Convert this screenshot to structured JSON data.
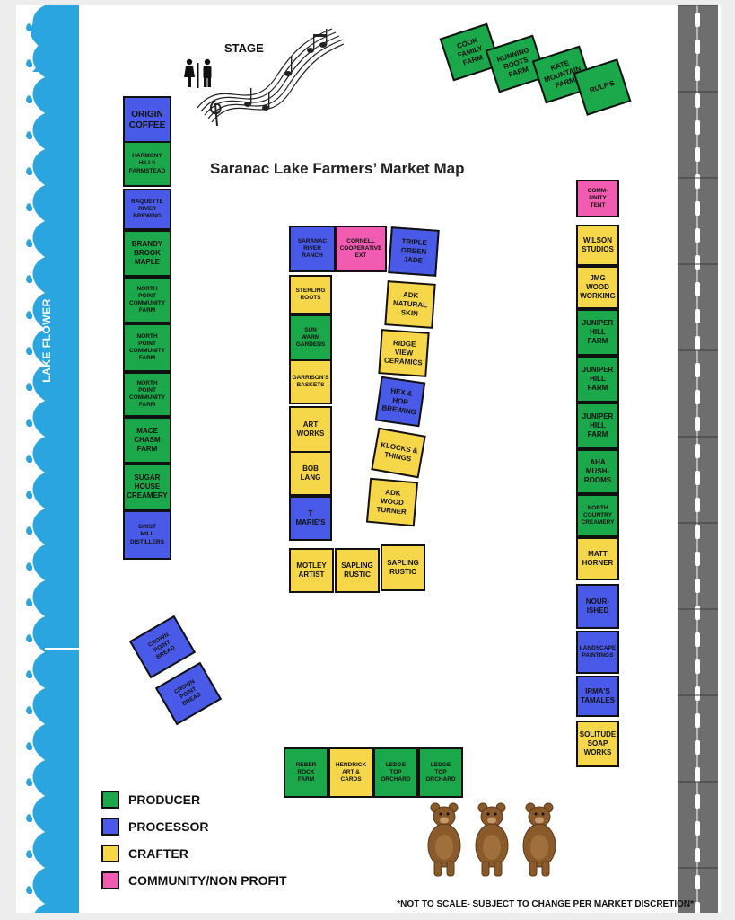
{
  "title": "Saranac Lake Farmers’ Market Map",
  "stage_label": "STAGE",
  "lake_label": "LAKE FLOWER",
  "note": "*NOT TO SCALE- SUBJECT TO CHANGE PER MARKET DISCRETION*",
  "colors": {
    "producer": "#1aa84b",
    "processor": "#4a5ae8",
    "crafter": "#f7d74a",
    "community": "#f25cb0",
    "lake": "#2aa5e0",
    "road": "#6e6e6e"
  },
  "legend": [
    {
      "label": "PRODUCER",
      "category": "producer"
    },
    {
      "label": "PROCESSOR",
      "category": "processor"
    },
    {
      "label": "CRAFTER",
      "category": "crafter"
    },
    {
      "label": "COMMUNITY/NON PROFIT",
      "category": "community"
    }
  ],
  "vendors": {
    "left_column": [
      {
        "name": "ORIGIN\nCOFFEE",
        "category": "processor"
      },
      {
        "name": "HARMONY\nHILLS\nFARMSTEAD",
        "category": "producer"
      },
      {
        "name": "RAQUETTE\nRIVER\nBREWING",
        "category": "processor"
      },
      {
        "name": "BRANDY\nBROOK\nMAPLE",
        "category": "producer"
      },
      {
        "name": "NORTH\nPOINT\nCOMMUNITY\nFARM",
        "category": "producer"
      },
      {
        "name": "NORTH\nPOINT\nCOMMUNITY\nFARM",
        "category": "producer"
      },
      {
        "name": "NORTH\nPOINT\nCOMMUNITY\nFARM",
        "category": "producer"
      },
      {
        "name": "MACE\nCHASM\nFARM",
        "category": "producer"
      },
      {
        "name": "SUGAR\nHOUSE\nCREAMERY",
        "category": "producer"
      },
      {
        "name": "GRIST\nMILL\nDISTILLERS",
        "category": "processor"
      }
    ],
    "top_row": [
      {
        "name": "COOK\nFAMILY\nFARM",
        "category": "producer"
      },
      {
        "name": "RUNNING\nROOTS\nFARM",
        "category": "producer"
      },
      {
        "name": "KATE\nMOUNTAIN\nFARM",
        "category": "producer"
      },
      {
        "name": "RULF'S",
        "category": "producer"
      }
    ],
    "right_column": [
      {
        "name": "COMM-\nUNITY\nTENT",
        "category": "community"
      },
      {
        "name": "WILSON\nSTUDIOS",
        "category": "crafter"
      },
      {
        "name": "JMG\nWOOD\nWORKING",
        "category": "crafter"
      },
      {
        "name": "JUNIPER\nHILL\nFARM",
        "category": "producer"
      },
      {
        "name": "JUNIPER\nHILL\nFARM",
        "category": "producer"
      },
      {
        "name": "JUNIPER\nHILL\nFARM",
        "category": "producer"
      },
      {
        "name": "AHA\nMUSH-\nROOMS",
        "category": "producer"
      },
      {
        "name": "NORTH\nCOUNTRY\nCREAMERY",
        "category": "producer"
      },
      {
        "name": "MATT\nHORNER",
        "category": "crafter"
      },
      {
        "name": "NOUR-\nISHED",
        "category": "processor"
      },
      {
        "name": "LANDSCAPE\nPAINTINGS",
        "category": "processor"
      },
      {
        "name": "IRMA'S\nTAMALES",
        "category": "processor"
      },
      {
        "name": "SOLITUDE\nSOAP\nWORKS",
        "category": "crafter"
      }
    ],
    "center_top": [
      {
        "name": "SARANAC\nRIVER\nRANCH",
        "category": "processor"
      },
      {
        "name": "CORNELL\nCOOPERATIVE\nEXT",
        "category": "community"
      },
      {
        "name": "TRIPLE\nGREEN\nJADE",
        "category": "processor"
      }
    ],
    "center_left": [
      {
        "name": "STERLING\nROOTS",
        "category": "crafter"
      },
      {
        "name": "SUN\nWARM\nGARDENS",
        "category": "producer"
      },
      {
        "name": "GARRISON'S\nBASKETS",
        "category": "crafter"
      },
      {
        "name": "ART\nWORKS",
        "category": "crafter"
      },
      {
        "name": "BOB\nLANG",
        "category": "crafter"
      },
      {
        "name": "T\nMARIE'S",
        "category": "processor"
      }
    ],
    "center_right": [
      {
        "name": "ADK\nNATURAL\nSKIN",
        "category": "crafter"
      },
      {
        "name": "RIDGE\nVIEW\nCERAMICS",
        "category": "crafter"
      },
      {
        "name": "HEX &\nHOP\nBREWING",
        "category": "processor"
      },
      {
        "name": "KLOCKS &\nTHINGS",
        "category": "crafter"
      },
      {
        "name": "ADK\nWOOD\nTURNER",
        "category": "crafter"
      }
    ],
    "center_bottom": [
      {
        "name": "MOTLEY\nARTIST",
        "category": "crafter"
      },
      {
        "name": "SAPLING\nRUSTIC",
        "category": "crafter"
      },
      {
        "name": "SAPLING\nRUSTIC",
        "category": "crafter"
      }
    ],
    "crown_point": [
      {
        "name": "CROWN\nPOINT\nBREAD",
        "category": "processor"
      },
      {
        "name": "CROWN\nPOINT\nBREAD",
        "category": "processor"
      }
    ],
    "bottom_row": [
      {
        "name": "REBER\nROCK\nFARM",
        "category": "producer"
      },
      {
        "name": "HENDRICK\nART &\nCARDS",
        "category": "crafter"
      },
      {
        "name": "LEDGE\nTOP\nORCHARD",
        "category": "producer"
      },
      {
        "name": "LEDGE\nTOP\nORCHARD",
        "category": "producer"
      }
    ]
  }
}
